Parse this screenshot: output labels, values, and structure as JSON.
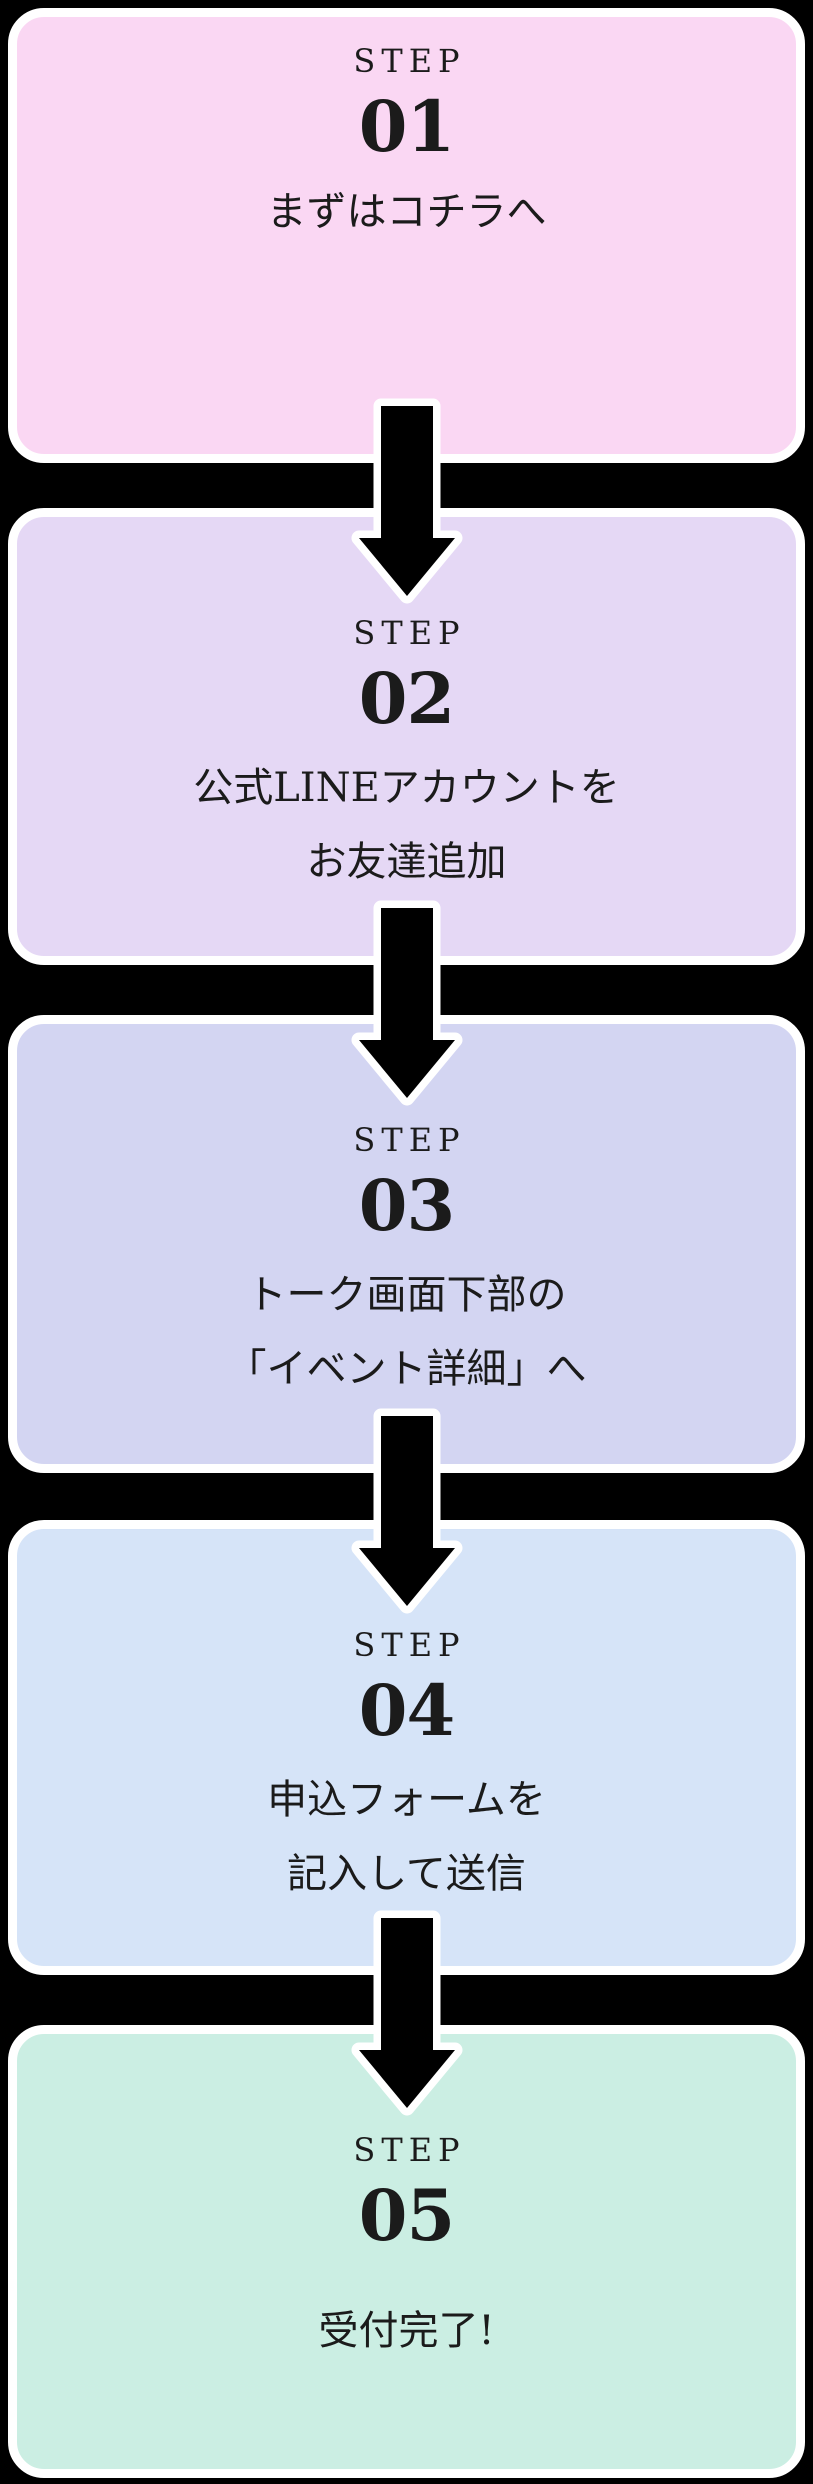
{
  "page": {
    "background_color": "#000000",
    "card_border_color": "#ffffff",
    "text_color": "#1b1b1b",
    "arrow_color": "#000000",
    "arrow_outline_color": "#ffffff"
  },
  "steps": [
    {
      "step_label": "STEP",
      "number": "01",
      "lines": [
        "まずはコチラへ"
      ],
      "bg_color": "#fad7f3"
    },
    {
      "step_label": "STEP",
      "number": "02",
      "lines": [
        "公式LINEアカウントを",
        "お友達追加"
      ],
      "bg_color": "#e5d8f5"
    },
    {
      "step_label": "STEP",
      "number": "03",
      "lines": [
        "トーク画面下部の",
        "「イベント詳細」へ"
      ],
      "bg_color": "#d3d5f2"
    },
    {
      "step_label": "STEP",
      "number": "04",
      "lines": [
        "申込フォームを",
        "記入して送信"
      ],
      "bg_color": "#d6e4f8"
    },
    {
      "step_label": "STEP",
      "number": "05",
      "lines": [
        "受付完了!"
      ],
      "bg_color": "#cbeee3"
    }
  ]
}
